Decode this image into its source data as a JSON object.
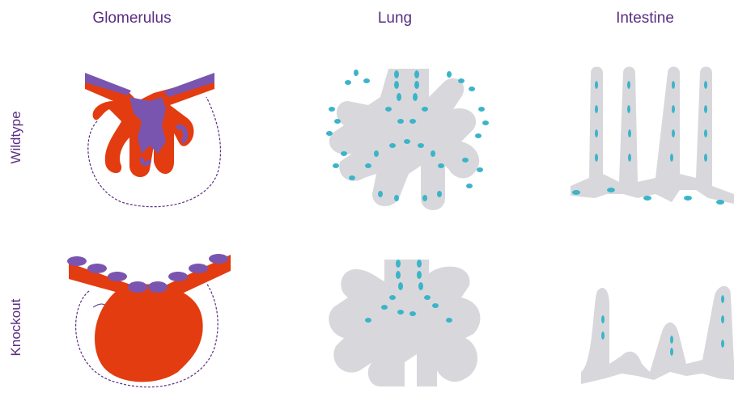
{
  "columns": [
    "Glomerulus",
    "Lung",
    "Intestine"
  ],
  "rows": [
    "Wildtype",
    "Knockout"
  ],
  "colors": {
    "label": "#5a2d82",
    "red": "#e23c10",
    "purple": "#7a55b0",
    "gray": "#d8d8dc",
    "cyan": "#3bb4c9",
    "outline": "#5a2d82"
  }
}
